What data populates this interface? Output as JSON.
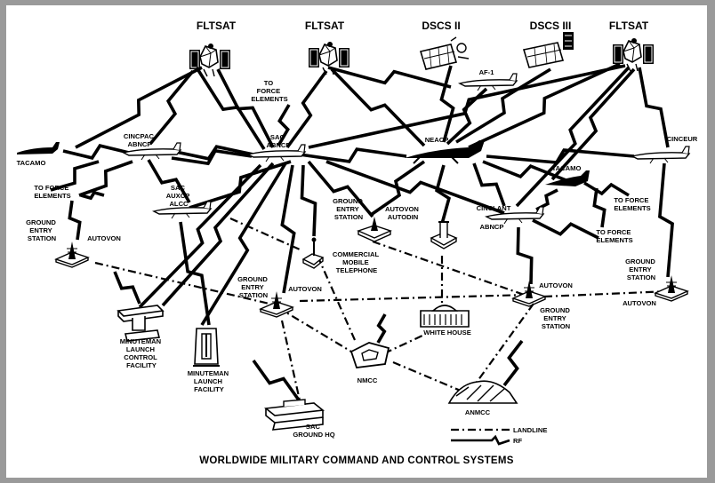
{
  "title": "WORLDWIDE MILITARY COMMAND AND CONTROL SYSTEMS",
  "colors": {
    "ink": "#000000",
    "paper": "#ffffff",
    "border": "#9a9a9a"
  },
  "satellites": {
    "fltsat1": "FLTSAT",
    "fltsat2": "FLTSAT",
    "dscs2": "DSCS II",
    "dscs3": "DSCS III",
    "fltsat3": "FLTSAT"
  },
  "nodes": {
    "af1": "AF-1",
    "to_force_top": [
      "TO",
      "FORCE",
      "ELEMENTS"
    ],
    "tacamo_left": "TACAMO",
    "cincpac": [
      "CINCPAC",
      "ABNCP"
    ],
    "sac_abncp": [
      "SAC",
      "ABNCP"
    ],
    "neacp": "NEACP",
    "cinceur": "CINCEUR",
    "tacamo_right": "TACAMO",
    "to_force_left": [
      "TO FORCE",
      "ELEMENTS"
    ],
    "sac_auxcp": [
      "SAC",
      "AUXCP",
      "ALCC"
    ],
    "ground_entry_mid": [
      "GROUND",
      "ENTRY",
      "STATION"
    ],
    "autovon_autodin": [
      "AUTOVON",
      "AUTODIN"
    ],
    "cinclant": "CINCLANT",
    "cinclant_abncp": "ABNCP",
    "to_force_right1": [
      "TO FORCE",
      "ELEMENTS"
    ],
    "to_force_right2": [
      "TO FORCE",
      "ELEMENTS"
    ],
    "ground_entry_left": [
      "GROUND",
      "ENTRY",
      "STATION"
    ],
    "autovon_left": "AUTOVON",
    "commercial": [
      "COMMERCIAL",
      "MOBILE",
      "TELEPHONE"
    ],
    "ground_entry_right": [
      "GROUND",
      "ENTRY",
      "STATION"
    ],
    "autovon_right": "AUTOVON",
    "ground_entry_center": [
      "GROUND",
      "ENTRY",
      "STATION"
    ],
    "autovon_center": "AUTOVON",
    "autovon_lower_right": "AUTOVON",
    "ground_entry_lower_right": [
      "GROUND",
      "ENTRY",
      "STATION"
    ],
    "minuteman_lcf": [
      "MINUTEMAN",
      "LAUNCH",
      "CONTROL",
      "FACILITY"
    ],
    "minuteman_lf": [
      "MINUTEMAN",
      "LAUNCH",
      "FACILITY"
    ],
    "white_house": "WHITE HOUSE",
    "nmcc": "NMCC",
    "anmcc": "ANMCC",
    "sac_hq": [
      "SAC",
      "GROUND HQ"
    ]
  },
  "legend": {
    "landline": "LANDLINE",
    "rf": "RF"
  }
}
